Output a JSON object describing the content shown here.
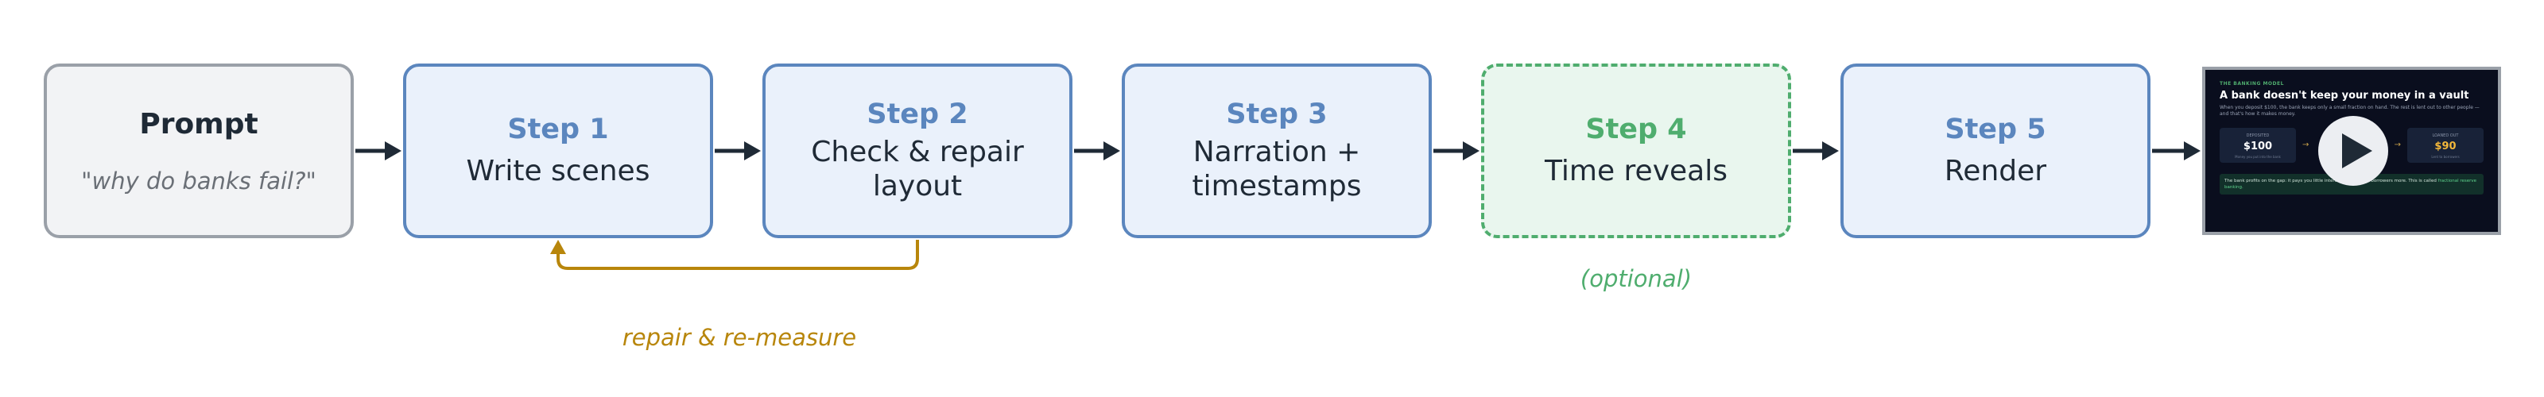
{
  "prompt": {
    "title": "Prompt",
    "quote": "\"why do banks fail?\""
  },
  "steps": [
    {
      "label": "Step 1",
      "text": "Write scenes"
    },
    {
      "label": "Step 2",
      "text": "Check & repair layout"
    },
    {
      "label": "Step 3",
      "text": "Narration + timestamps"
    },
    {
      "label": "Step 4",
      "text": "Time reveals"
    },
    {
      "label": "Step 5",
      "text": "Render"
    }
  ],
  "notes": {
    "optional": "(optional)",
    "repair_loop": "repair & re-measure"
  },
  "thumbnail": {
    "kicker": "THE BANKING MODEL",
    "headline": "A bank doesn't keep your money in a vault",
    "subtitle": "When you deposit $100, the bank keeps only a small fraction on hand. The rest is lent out to other people — and that's how it makes money.",
    "card1": {
      "label": "DEPOSITED",
      "value": "$100",
      "note": "Money you put into the bank"
    },
    "card2": {
      "label": "LOANED OUT",
      "value": "$90",
      "note": "Lent to borrowers"
    },
    "strip_text": "The bank profits on the gap: it pays you little interest and charges borrowers more. This is called",
    "strip_highlight": "fractional reserve banking."
  },
  "colors": {
    "step_border": "#5b86be",
    "step_fill": "#eaf1fb",
    "optional_border": "#4fad6e",
    "optional_fill": "#e9f6ee",
    "prompt_border": "#9aa0a8",
    "prompt_fill": "#f2f3f5",
    "loop": "#b8860b",
    "arrow": "#1f2a36"
  }
}
